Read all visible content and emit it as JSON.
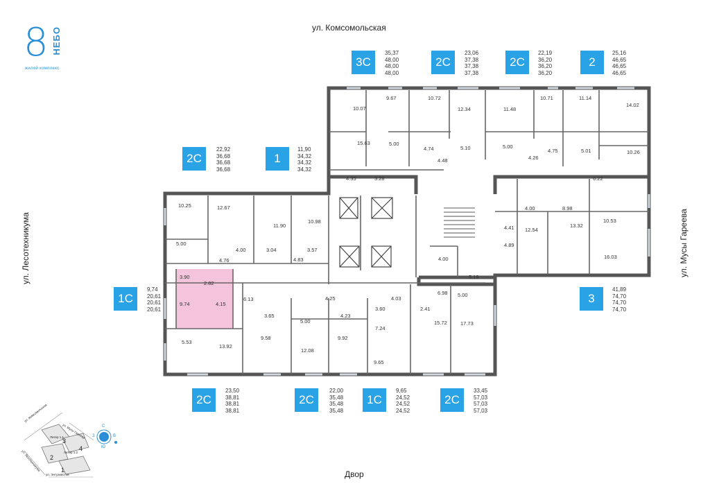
{
  "logo": {
    "numeral": "8",
    "word": "НЕБО",
    "subtitle": "жилой комплекс"
  },
  "streets": {
    "top": "ул. Комсомольская",
    "left": "ул. Лесотехникума",
    "right": "ул. Мусы Гареева",
    "bottom": "Двор"
  },
  "colors": {
    "badge": "#2aa3e6",
    "highlight": "#f2b8d6",
    "wall": "#555555",
    "logo": "#2a8fd6"
  },
  "apartments": [
    {
      "type": "3С",
      "areas": [
        "35,37",
        "48,00",
        "48,00",
        "48,00"
      ]
    },
    {
      "type": "2С",
      "areas": [
        "23,06",
        "37,38",
        "37,38",
        "37,38"
      ]
    },
    {
      "type": "2С",
      "areas": [
        "22,19",
        "36,20",
        "36,20",
        "36,20"
      ]
    },
    {
      "type": "2",
      "areas": [
        "25,16",
        "46,65",
        "46,65",
        "46,65"
      ]
    },
    {
      "type": "2С",
      "areas": [
        "22,92",
        "36,68",
        "36,68",
        "36,68"
      ]
    },
    {
      "type": "1",
      "areas": [
        "11,90",
        "34,32",
        "34,32",
        "34,32"
      ]
    },
    {
      "type": "1С",
      "areas": [
        "9,74",
        "20,61",
        "20,61",
        "20,61"
      ]
    },
    {
      "type": "3",
      "areas": [
        "41,89",
        "74,70",
        "74,70",
        "74,70"
      ]
    },
    {
      "type": "2С",
      "areas": [
        "23,50",
        "38,81",
        "38,81",
        "38,81"
      ]
    },
    {
      "type": "2С",
      "areas": [
        "22,00",
        "35,48",
        "35,48",
        "35,48"
      ]
    },
    {
      "type": "1С",
      "areas": [
        "9,65",
        "24,52",
        "24,52",
        "24,52"
      ]
    },
    {
      "type": "2С",
      "areas": [
        "33,45",
        "57,03",
        "57,03",
        "57,03"
      ]
    }
  ],
  "rooms": [
    "10.07",
    "9.67",
    "10.72",
    "12.34",
    "11.48",
    "10.71",
    "11.14",
    "14.02",
    "15.63",
    "5.00",
    "4.74",
    "5.10",
    "5.00",
    "4.75",
    "5.01",
    "10.26",
    "4.48",
    "4.26",
    "4.35",
    "3.28",
    "6.22",
    "10.25",
    "12.67",
    "11.90",
    "10.98",
    "4.00",
    "8.98",
    "10.53",
    "5.00",
    "4.00",
    "3.04",
    "3.57",
    "4.41",
    "12.54",
    "13.32",
    "4.76",
    "4.83",
    "4.89",
    "16.03",
    "3.90",
    "2.82",
    "4.00",
    "5.19",
    "9.74",
    "4.15",
    "6.13",
    "4.25",
    "3.60",
    "4.03",
    "6.98",
    "5.00",
    "3.65",
    "4.23",
    "2.41",
    "5.00",
    "7.24",
    "15.72",
    "17.73",
    "5.53",
    "13.92",
    "9.58",
    "12.08",
    "9.92",
    "9.65"
  ],
  "minimap": {
    "street_top": "ул. Комсомольская",
    "street_right": "ул. Мусы Гареева",
    "street_left": "ул. Лесотехникума",
    "street_bottom": "ул. Энтузиастов",
    "entrance1": "Литер 1.1",
    "entrance2": "Литер 1.2",
    "sections": [
      "3",
      "4",
      "2",
      "1"
    ],
    "compass_n": "С",
    "compass_s": "Ю",
    "compass_e": "В",
    "compass_w": "З"
  }
}
